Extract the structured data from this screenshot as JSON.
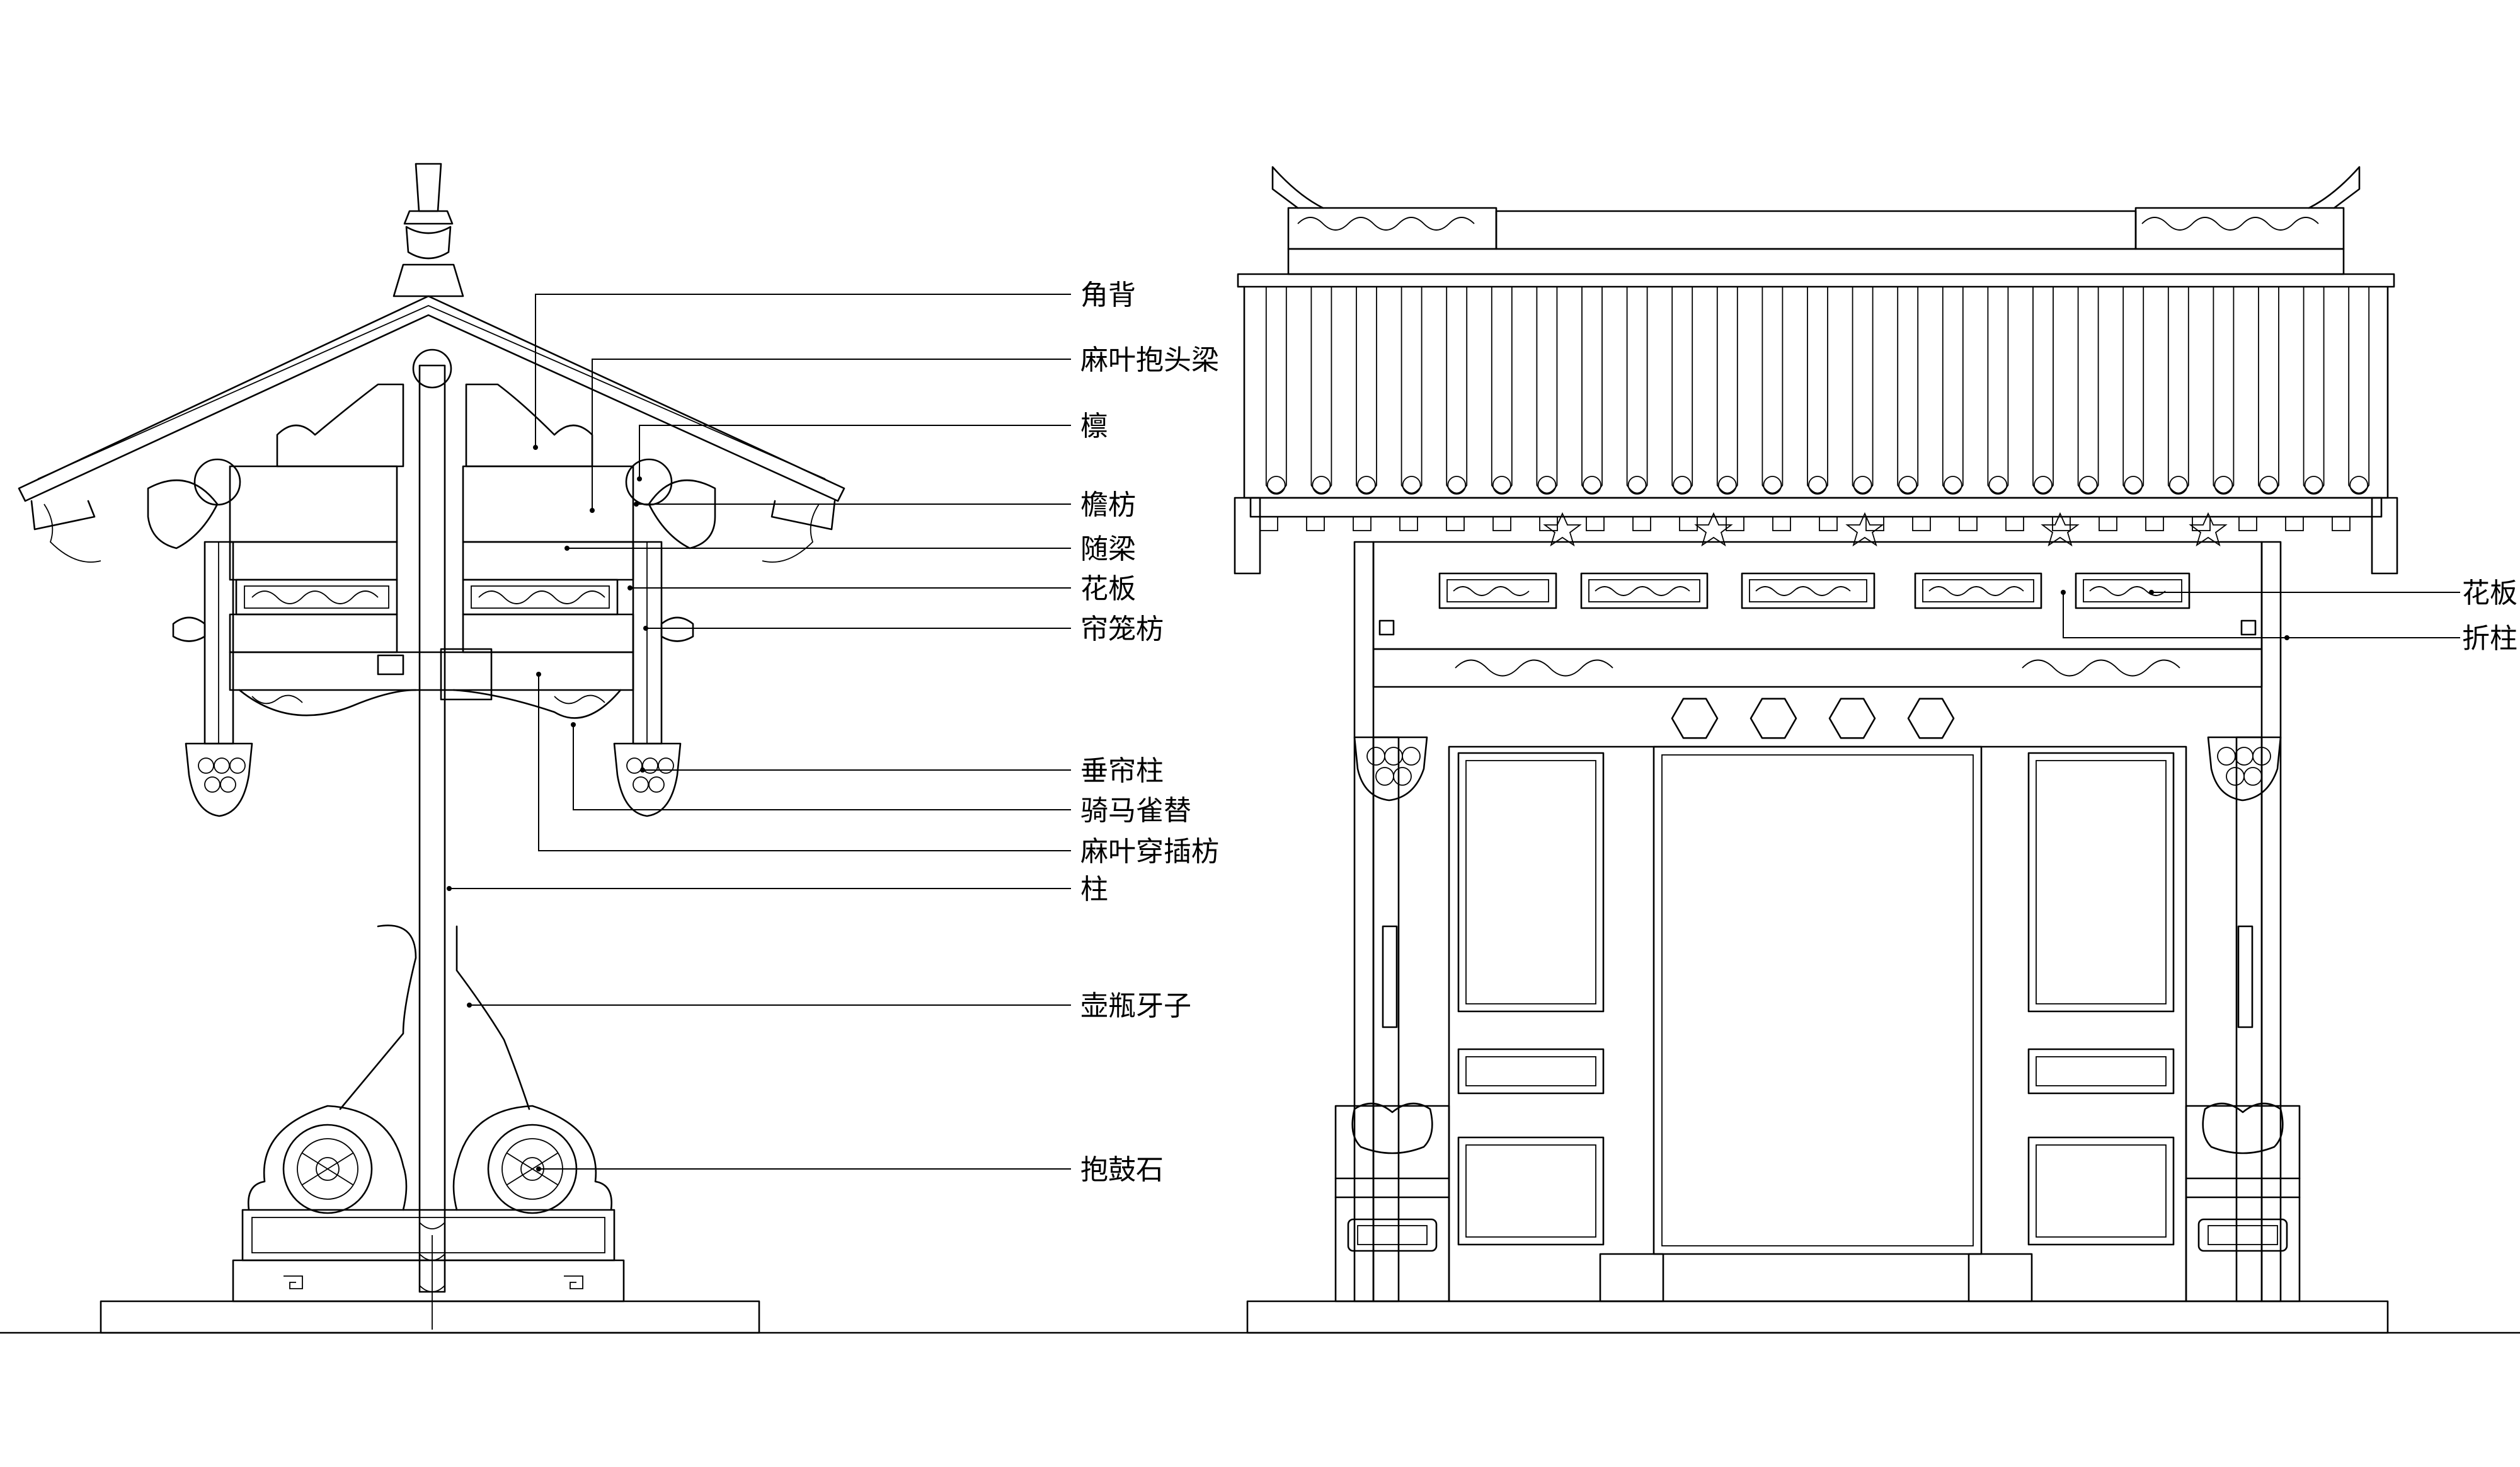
{
  "drawing": {
    "side_view_labels": [
      {
        "key": "jiaobei",
        "text": "角背"
      },
      {
        "key": "maye_baotouliang",
        "text": "麻叶抱头梁"
      },
      {
        "key": "lin",
        "text": "檩"
      },
      {
        "key": "yanfang",
        "text": "檐枋"
      },
      {
        "key": "suiliang",
        "text": "随梁"
      },
      {
        "key": "huaban",
        "text": "花板"
      },
      {
        "key": "lianlongfang",
        "text": "帘笼枋"
      },
      {
        "key": "chuilianzhu",
        "text": "垂帘柱"
      },
      {
        "key": "qimaquetie",
        "text": "骑马雀替"
      },
      {
        "key": "maye_chuanchafang",
        "text": "麻叶穿插枋"
      },
      {
        "key": "zhu",
        "text": "柱"
      },
      {
        "key": "hupingyazi",
        "text": "壶瓶牙子"
      },
      {
        "key": "baogushi",
        "text": "抱鼓石"
      }
    ],
    "front_view_labels": [
      {
        "key": "huaban",
        "text": "花板"
      },
      {
        "key": "zhezhu",
        "text": "折柱"
      }
    ]
  }
}
